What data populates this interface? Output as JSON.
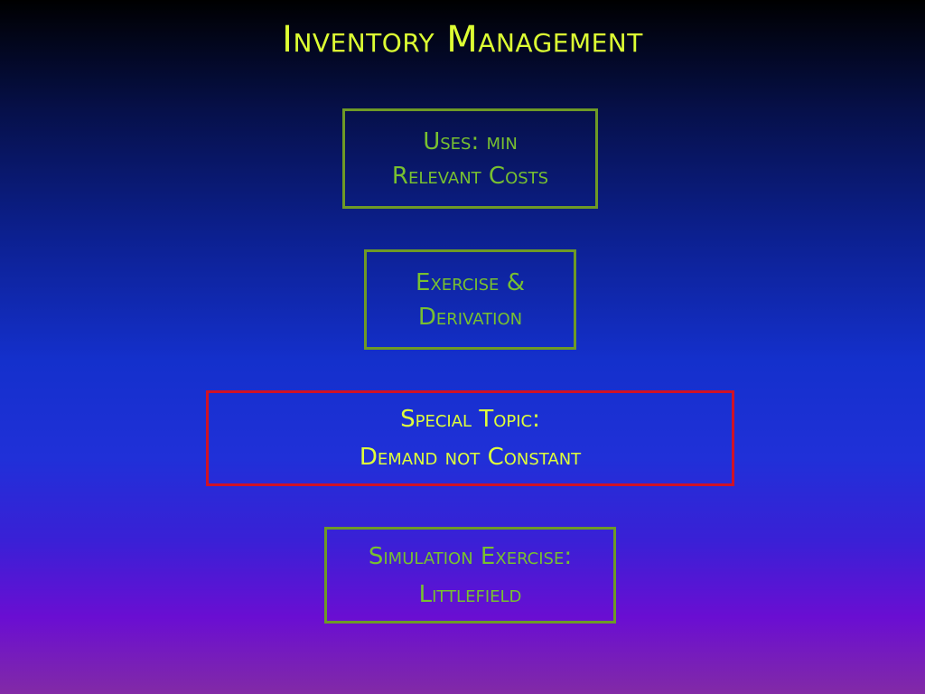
{
  "slide": {
    "title": "Inventory Management",
    "colors": {
      "title": "#ddff33",
      "box_border": "#6e9a26",
      "box_text": "#78c030",
      "highlight_border": "#d01226",
      "highlight_text": "#dfff3a"
    },
    "boxes": [
      {
        "lines": [
          "Uses: min",
          "Relevant Costs"
        ],
        "highlighted": false
      },
      {
        "lines": [
          "Exercise &",
          "Derivation"
        ],
        "highlighted": false
      },
      {
        "lines": [
          "Special Topic:",
          "Demand not Constant"
        ],
        "highlighted": true
      },
      {
        "lines": [
          "Simulation Exercise:",
          "Littlefield"
        ],
        "highlighted": false
      }
    ]
  }
}
